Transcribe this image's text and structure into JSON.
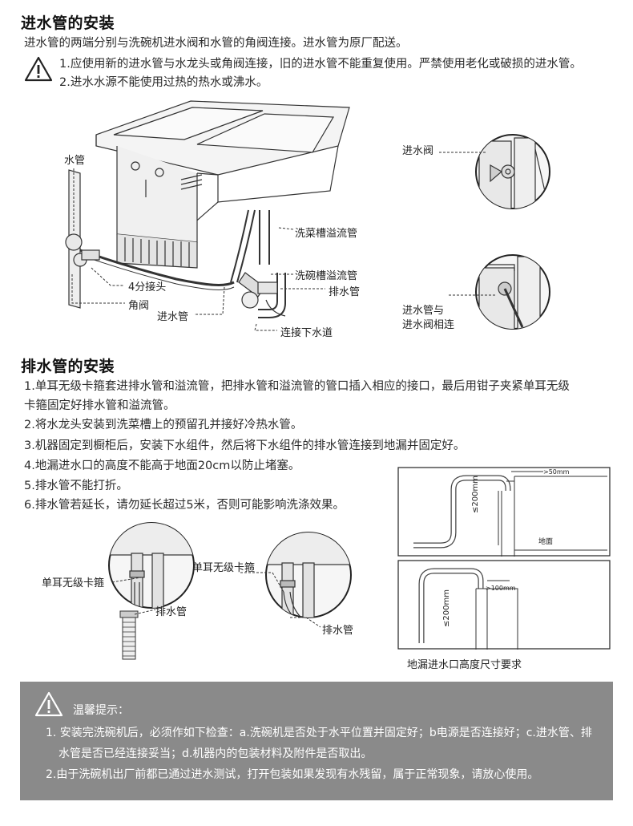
{
  "inlet": {
    "title": "进水管的安装",
    "intro": "进水管的两端分别与洗碗机进水阀和水管的角阀连接。进水管为原厂配送。",
    "warnings": [
      "1.应使用新的进水管与水龙头或角阀连接，旧的进水管不能重复使用。严禁使用老化或破损的进水管。",
      "2.进水水源不能使用过热的热水或沸水。"
    ],
    "diagram_labels": {
      "water_pipe": "水管",
      "four_way": "4分接头",
      "angle_valve": "角阀",
      "inlet_hose": "进水管",
      "sink_overflow": "洗菜槽溢流管",
      "dishwasher_overflow": "洗碗槽溢流管",
      "drain_hose": "排水管",
      "sewer": "连接下水道"
    },
    "detail_labels": {
      "inlet_valve": "进水阀",
      "hose_to_valve_line1": "进水管与",
      "hose_to_valve_line2": "进水阀相连"
    }
  },
  "drain": {
    "title": "排水管的安装",
    "steps": [
      "1.单耳无级卡箍套进排水管和溢流管，把排水管和溢流管的管口插入相应的接口，最后用钳子夹紧单耳无级",
      "卡箍固定好排水管和溢流管。",
      "2.将水龙头安装到洗菜槽上的预留孔并接好冷热水管。",
      "3.机器固定到橱柜后，安装下水组件，然后将下水组件的排水管连接到地漏并固定好。",
      "4.地漏进水口的高度不能高于地面20cm以防止堵塞。",
      "5.排水管不能打折。",
      "6.排水管若延长，请勿延长超过5米，否则可能影响洗涤效果。"
    ],
    "clamp_label": "单耳无级卡箍",
    "drain_hose_label": "排水管",
    "height_diagram": {
      "top_dim": ">50mm",
      "top_height": "≤200mm",
      "floor": "地面",
      "bottom_dim": ">100mm",
      "bottom_height": "≤200mm",
      "caption": "地漏进水口高度尺寸要求"
    }
  },
  "tips": {
    "title": "温馨提示：",
    "lines": [
      "1. 安装完洗碗机后，必须作如下检查：a.洗碗机是否处于水平位置并固定好；b电源是否连接好；c.进水管、排",
      "水管是否已经连接妥当；d.机器内的包装材料及附件是否取出。",
      "2.由于洗碗机出厂前都已通过进水测试，打开包装如果发现有水残留，属于正常现象，请放心使用。"
    ]
  },
  "colors": {
    "tip_background": "#8a8a8a",
    "text": "#222222",
    "line": "#333333"
  },
  "icons": [
    "warning-triangle-icon"
  ]
}
